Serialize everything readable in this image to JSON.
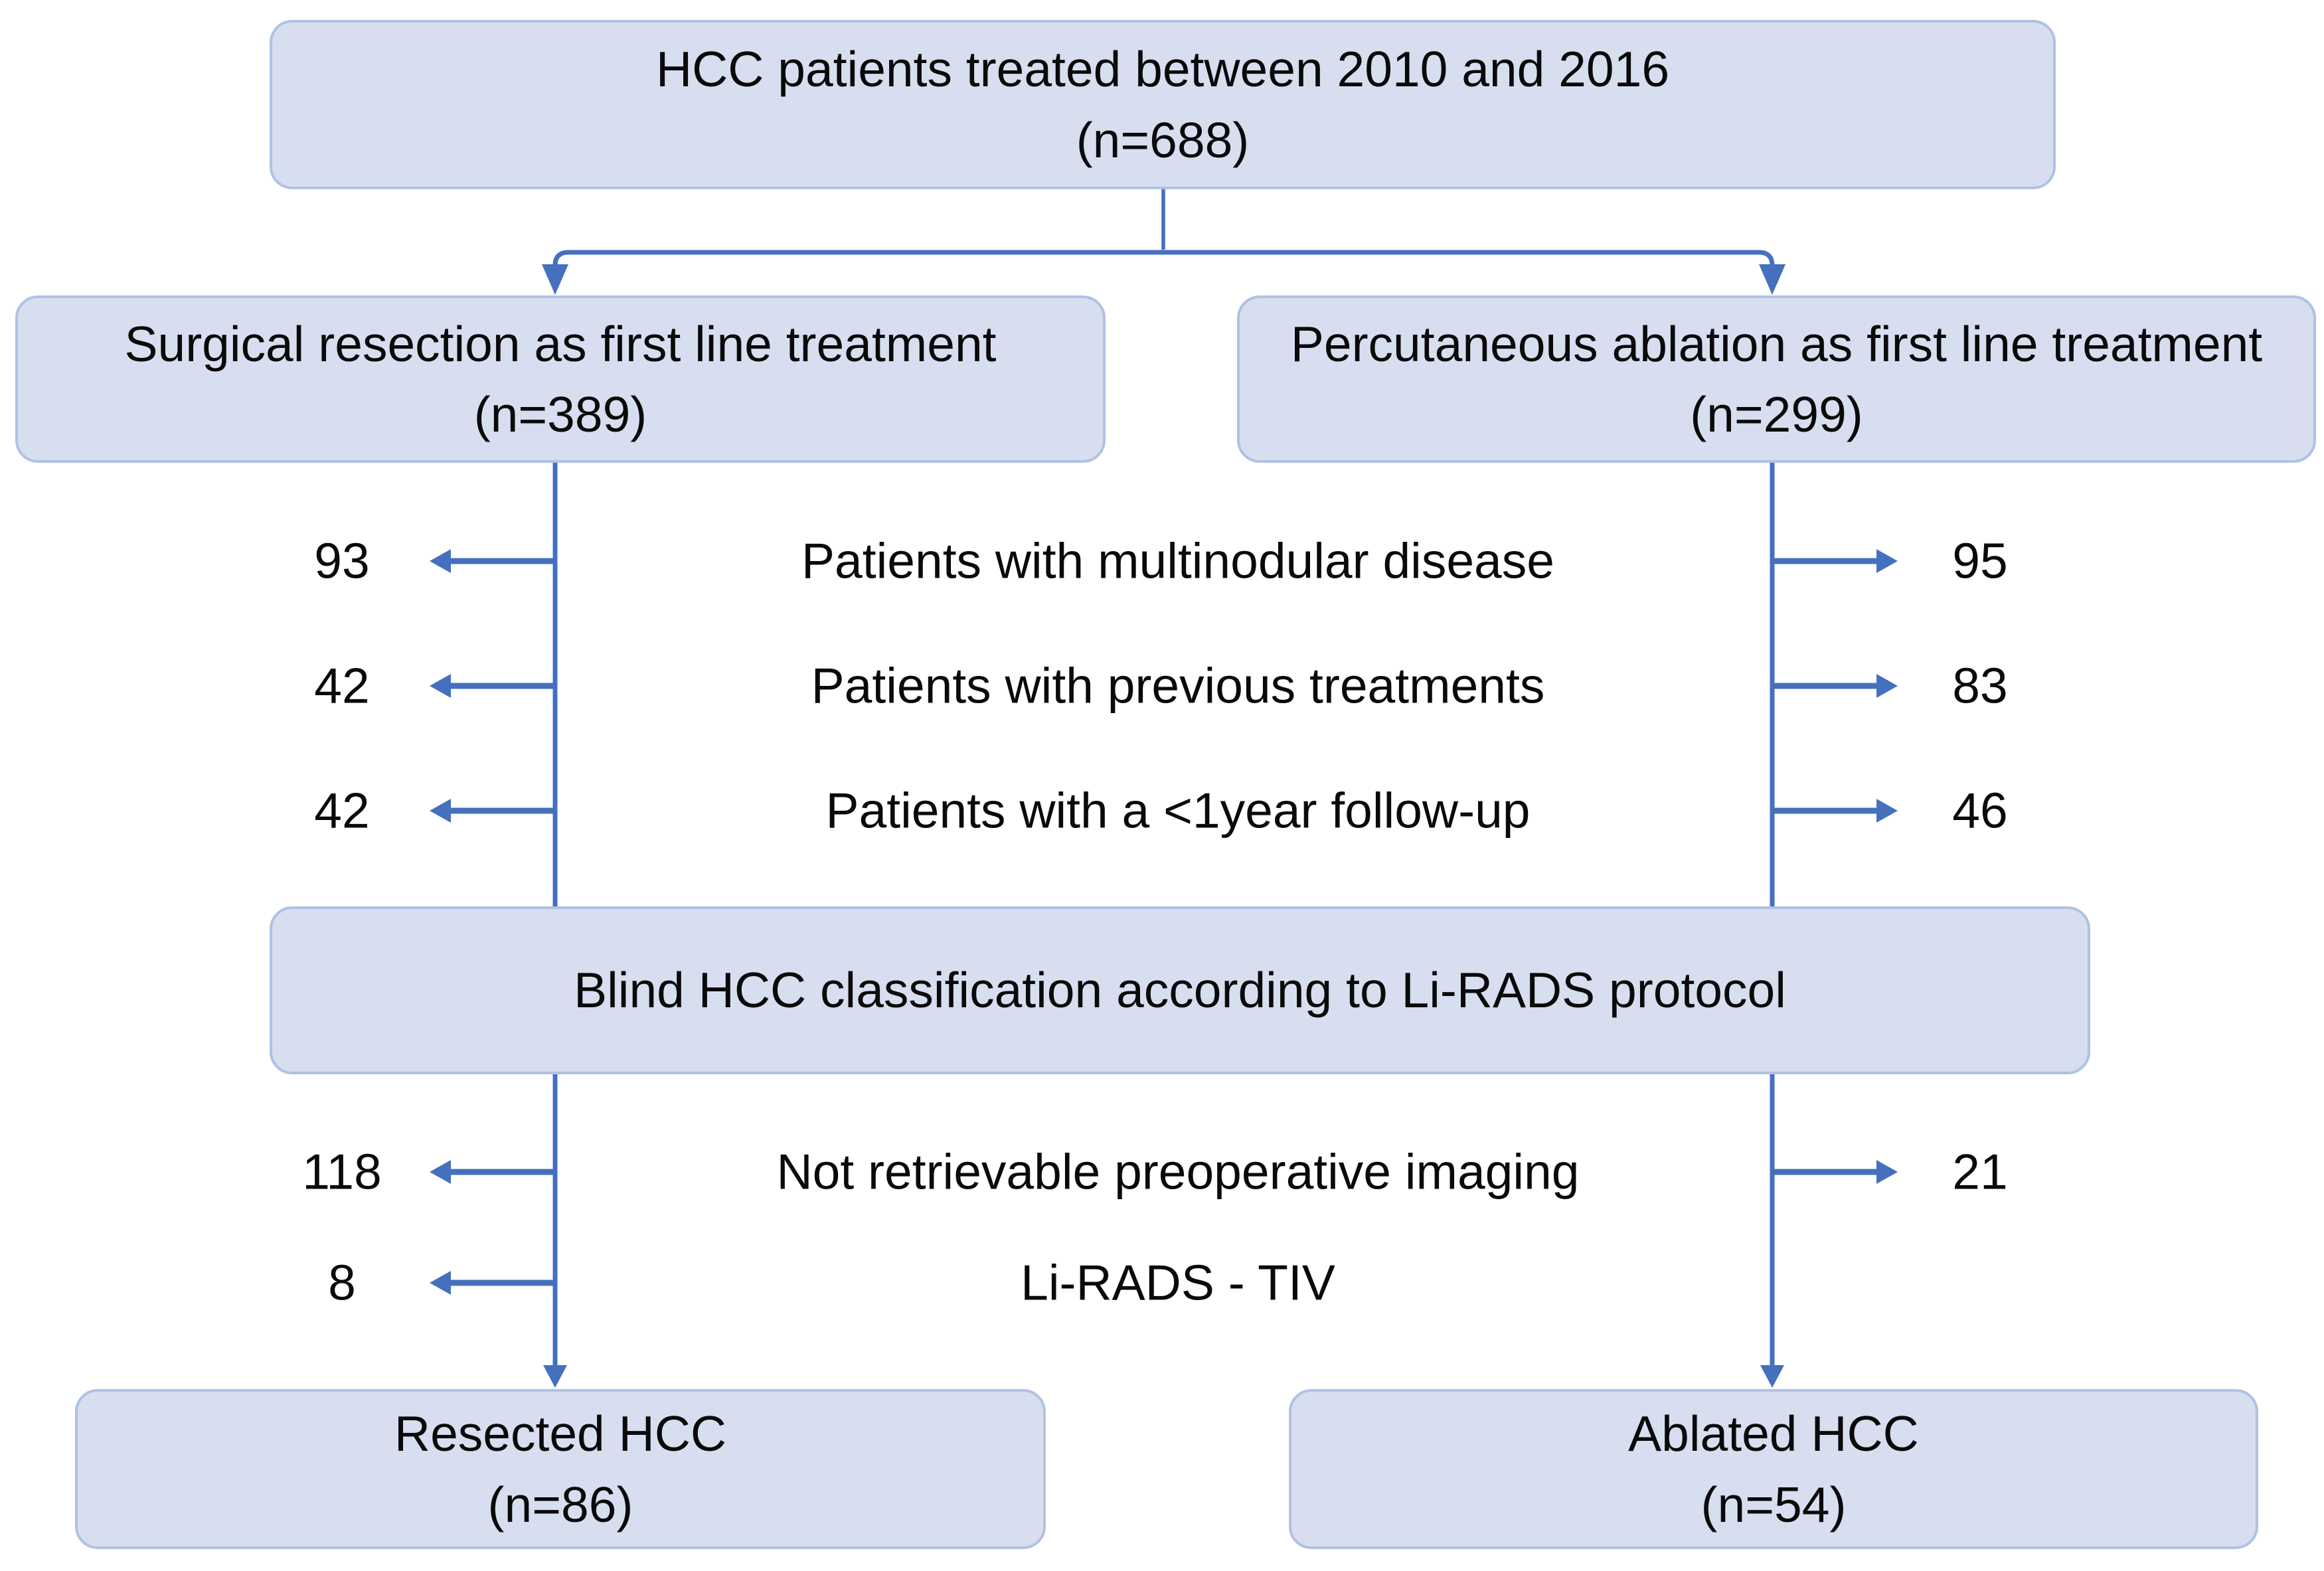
{
  "palette": {
    "background": "#FFFFFF",
    "box_fill": "#D6DEEF",
    "box_border": "#AFC2E4",
    "arrow": "#4470BE",
    "text": "#0A0A0A"
  },
  "boxes": {
    "top": {
      "title": "HCC patients treated between 2010 and 2016",
      "count": "(n=688)"
    },
    "surgical": {
      "title": "Surgical resection as first line treatment",
      "count": "(n=389)"
    },
    "ablation": {
      "title": "Percutaneous ablation as first line treatment",
      "count": "(n=299)"
    },
    "classification": {
      "title": "Blind HCC classification according to Li-RADS protocol"
    },
    "resected": {
      "title": "Resected HCC",
      "count": "(n=86)"
    },
    "ablated": {
      "title": "Ablated HCC",
      "count": "(n=54)"
    }
  },
  "exclusions": [
    {
      "left_count": "93",
      "label": "Patients with multinodular disease",
      "right_count": "95"
    },
    {
      "left_count": "42",
      "label": "Patients with previous treatments",
      "right_count": "83"
    },
    {
      "left_count": "42",
      "label": "Patients with a <1year follow-up",
      "right_count": "46"
    },
    {
      "left_count": "118",
      "label": "Not retrievable preoperative imaging",
      "right_count": "21"
    },
    {
      "left_count": "8",
      "label": "Li-RADS - TIV"
    }
  ]
}
